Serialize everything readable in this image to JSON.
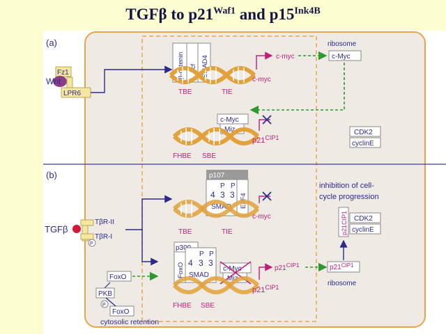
{
  "title": {
    "part1": "TGFβ to p21",
    "sup1": "Waf1",
    "part2": " and p15",
    "sup2": "Ink4B"
  },
  "colors": {
    "background": "#fdfdd2",
    "panel": "#efeae4",
    "panel_border": "#e9a44a",
    "magenta": "#c0207a",
    "green_arrow": "#2c9a2c",
    "navy": "#2b2b8c",
    "dna_orange": "#e2a13a",
    "receptor_yellow": "#f5e6a0"
  },
  "panel_a": {
    "label": "(a)",
    "wnt": "Wnt",
    "fz": "Fz1",
    "lpr6": "LPR6",
    "complex": [
      "β-catenin",
      "Tcf",
      "SMAD4"
    ],
    "tbe": "TBE",
    "tie": "TIE",
    "cmyc_gene": "c-myc",
    "cmyc_mrna": "c-myc",
    "ribosome": "ribosome",
    "cmyc_protein": "c-Myc",
    "cmyc_box": "c-Myc",
    "miz": "Miz",
    "p21": "p21",
    "p21_sup": "CIP1",
    "fhbe": "FHBE",
    "sbe": "SBE",
    "cdk2": "CDK2",
    "cyclinE": "cyclinE"
  },
  "panel_b": {
    "label": "(b)",
    "tgfb": "TGFβ",
    "tbr2": "TβR-II",
    "tbr1": "TβR-I",
    "p_mark": "P",
    "p107": "p107",
    "complex1": [
      "4",
      "3",
      "3"
    ],
    "complex1_p": [
      "P",
      "P"
    ],
    "smad1": "SMAD",
    "e2f4": "E2F4",
    "cmyc_gene": "c-myc",
    "tbe": "TBE",
    "tie": "TIE",
    "inhibition": "inhibition of cell-",
    "inhibition2": "cycle progression",
    "p21_vertical": "p21CIP1",
    "cdk2": "CDK2",
    "cyclinE": "cyclinE",
    "p300": "p300",
    "foxo_vertical": "FoxO",
    "complex2": [
      "4",
      "3",
      "3"
    ],
    "complex2_p": [
      "P",
      "P"
    ],
    "smad2": "SMAD",
    "cmyc_box": "c-Myc",
    "miz": "Miz",
    "p21_gene": "p21",
    "p21_gene_sup": "CIP1",
    "p21_mrna": "p21",
    "p21_mrna_sup": "CIP1",
    "p21_prot": "p21",
    "p21_prot_sup": "CIP1",
    "ribosome": "ribosome",
    "foxo": "FoxO",
    "pkb": "PKB",
    "foxo2": "FoxO",
    "fhbe": "FHBE",
    "sbe": "SBE",
    "cytosolic": "cytosolic retention"
  }
}
